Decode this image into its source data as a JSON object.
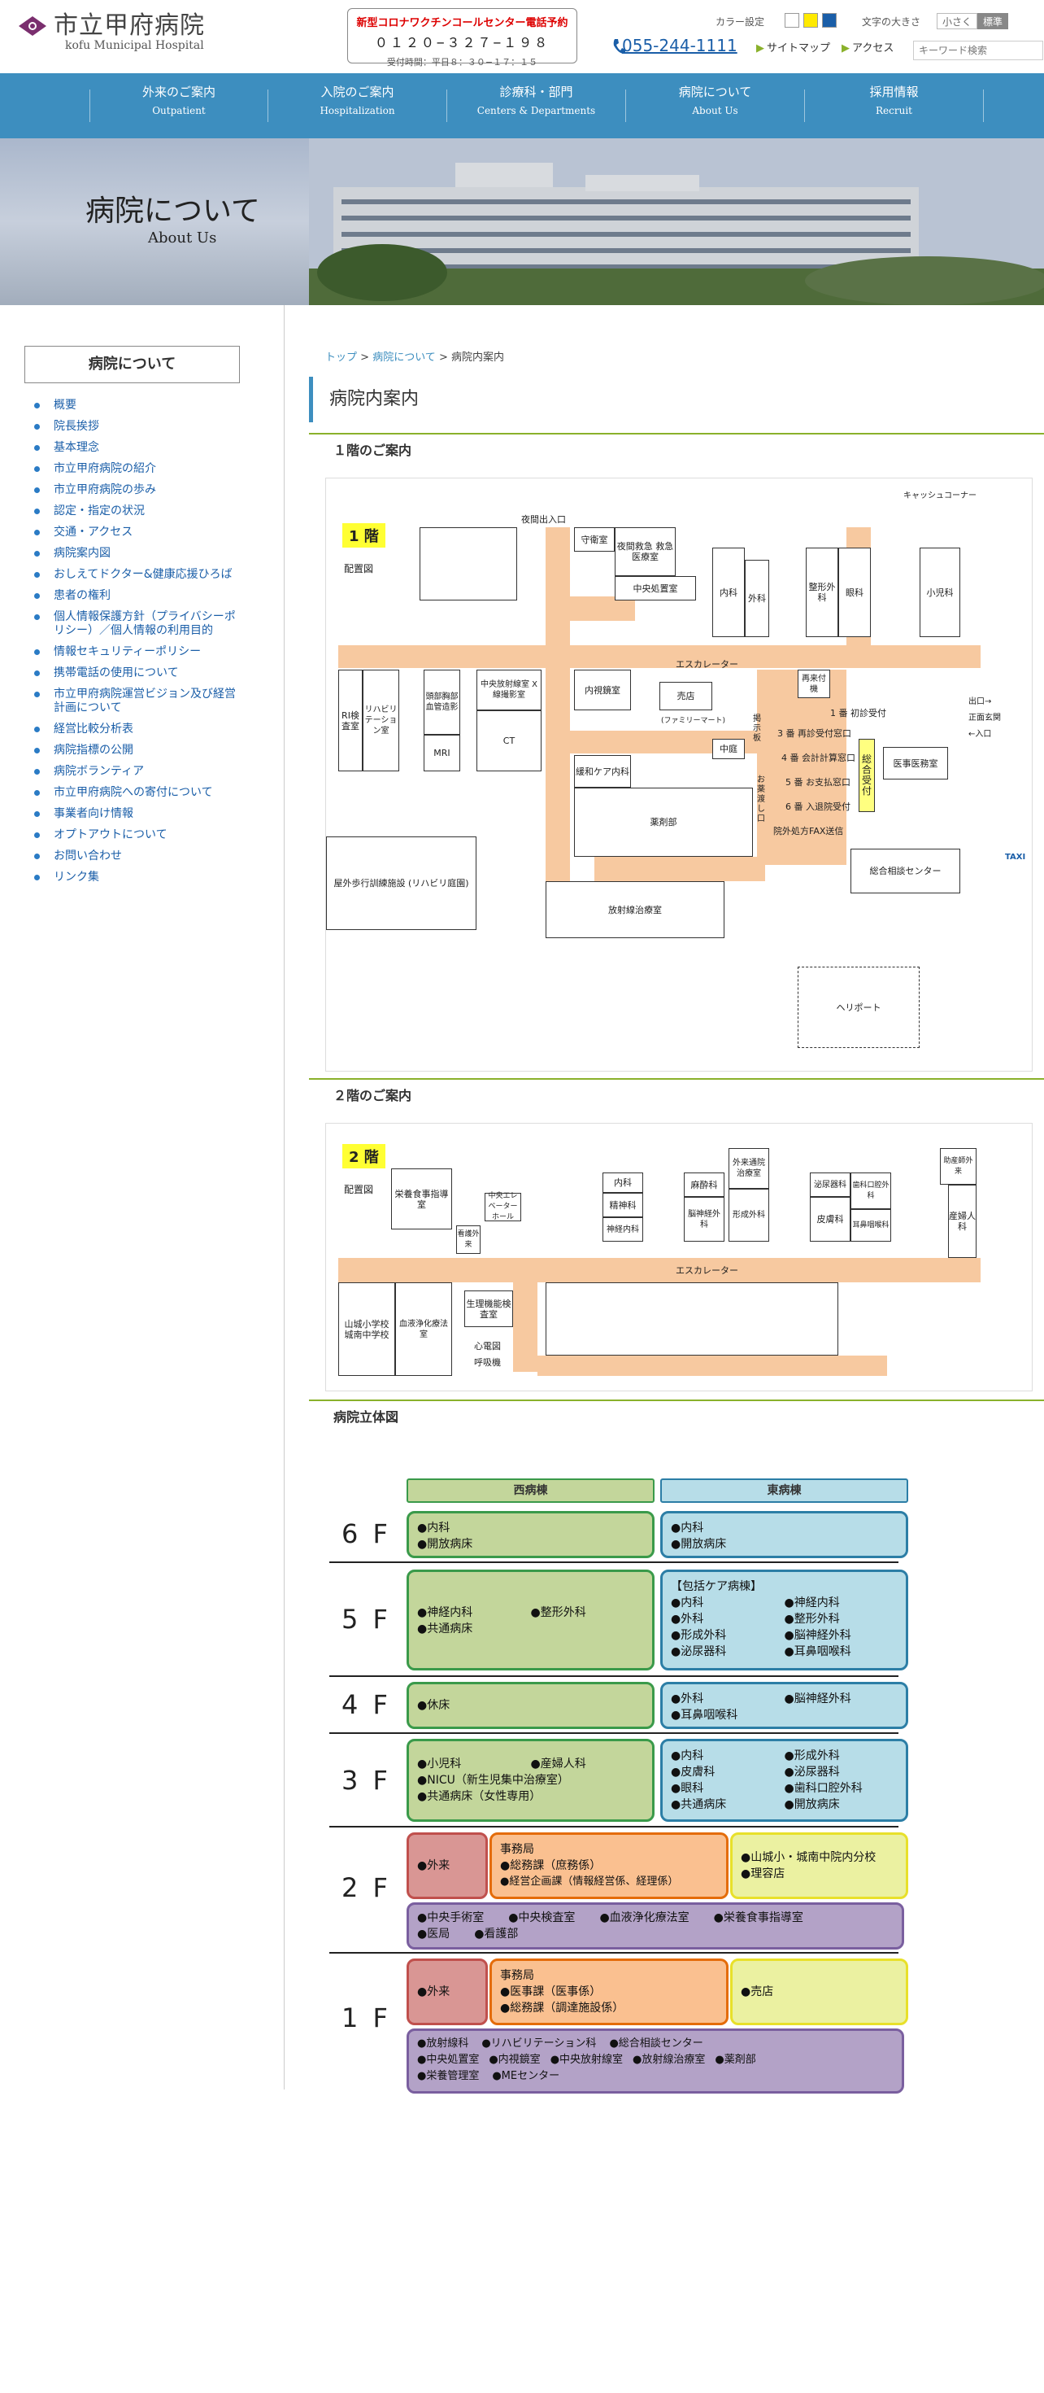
{
  "header": {
    "logo_ja": "市立甲府病院",
    "logo_en": "kofu Municipal Hospital",
    "covid_title": "新型コロナワクチンコールセンター電話予約",
    "covid_number": "０１２０−３２７−１９８",
    "covid_hours": "受付時間：平日８：３０−１７：１５",
    "color_label": "カラー設定",
    "font_size_label": "文字の大きさ",
    "font_small": "小さく",
    "font_standard": "標準",
    "phone": "055-244-1111",
    "sitemap": "サイトマップ",
    "access": "アクセス",
    "search_placeholder": "キーワード検索"
  },
  "nav": [
    {
      "ja": "外来のご案内",
      "en": "Outpatient"
    },
    {
      "ja": "入院のご案内",
      "en": "Hospitalization"
    },
    {
      "ja": "診療科・部門",
      "en": "Centers & Departments"
    },
    {
      "ja": "病院について",
      "en": "About Us"
    },
    {
      "ja": "採用情報",
      "en": "Recruit"
    }
  ],
  "hero": {
    "title": "病院について",
    "subtitle": "About Us"
  },
  "sidebar": {
    "title": "病院について",
    "items": [
      "概要",
      "院長挨拶",
      "基本理念",
      "市立甲府病院の紹介",
      "市立甲府病院の歩み",
      "認定・指定の状況",
      "交通・アクセス",
      "病院案内図",
      "おしえてドクター&健康応援ひろば",
      "患者の権利",
      "個人情報保護方針（プライバシーポリシー）／個人情報の利用目的",
      "情報セキュリティーポリシー",
      "携帯電話の使用について",
      "市立甲府病院運営ビジョン及び経営計画について",
      "経営比較分析表",
      "病院指標の公開",
      "病院ボランティア",
      "市立甲府病院への寄付について",
      "事業者向け情報",
      "オプトアウトについて",
      "お問い合わせ",
      "リンク集"
    ]
  },
  "breadcrumb": {
    "top": "トップ",
    "about": "病院について",
    "current": "病院内案内"
  },
  "page_title": "病院内案内",
  "floor1": {
    "heading": "１階のご案内",
    "label": "1 階",
    "sub": "配置図",
    "rooms": {
      "night_entry": "夜間出入口",
      "guard": "守衛室",
      "er": "夜間救急 救急医療室",
      "central_treat": "中央処置室",
      "naika": "内科",
      "geka": "外科",
      "seikei": "整形外科",
      "ganka": "眼科",
      "shonika": "小児科",
      "cash": "キャッシュコーナー",
      "escalator": "エスカレーター",
      "ri": "RI検査室",
      "rehab": "リハビリテーション室",
      "head": "頭部胸部血管造影",
      "mri": "MRI",
      "xray": "中央放射線室 X線撮影室",
      "ct": "CT",
      "endo": "内視鏡室",
      "shop": "売店",
      "shop_sub": "(ファミリーマート)",
      "notice": "掲示板",
      "reexam": "再来付機",
      "palliative": "緩和ケア内科",
      "courtyard": "中庭",
      "pharmacy": "薬剤部",
      "medicine": "お薬渡し口",
      "c1": "1 番 初診受付",
      "c3": "3 番 再診受付窓口",
      "c4": "4 番 会計計算窓口",
      "c5": "5 番 お支払窓口",
      "c6": "6 番 入退院受付",
      "fax": "院外処方FAX送信",
      "general": "総合受付",
      "medical_affairs": "医事医務室",
      "consult": "総合相談センター",
      "exit": "出口→",
      "front": "正面玄関",
      "entry": "←入口",
      "taxi": "TAXI",
      "rehab_garden": "屋外歩行訓練施設 (リハビリ庭園)",
      "radiation": "放射線治療室",
      "heliport": "ヘリポート"
    }
  },
  "floor2": {
    "heading": "２階のご案内",
    "label": "2 階",
    "sub": "配置図",
    "rooms": {
      "nutrition": "栄養食事指導室",
      "central_elev": "中央エレベーターホール",
      "nurse": "看護外来",
      "naika": "内科",
      "seishin": "精神科",
      "shinkei_naika": "神経内科",
      "masui": "麻酔科",
      "noushinkei": "脳神経外科",
      "outpatient_chem": "外来通院治療室",
      "keisei": "形成外科",
      "hinyouki": "泌尿器科",
      "hifu": "皮膚科",
      "shika": "歯科口腔外科",
      "jibi": "耳鼻咽喉科",
      "josan": "助産師外来",
      "sanfujin": "産婦人科",
      "escalator": "エスカレーター",
      "school": "山城小学校 城南中学校",
      "blood": "血液浄化療法室",
      "physio": "生理機能検査室",
      "ecg": "心電図",
      "breath": "呼吸機"
    }
  },
  "building": {
    "title": "病院立体図",
    "west": "西病棟",
    "east": "東病棟",
    "floors": {
      "f6": {
        "num": "6 F",
        "west": [
          "●内科",
          "●開放病床"
        ],
        "east": [
          "●内科",
          "●開放病床"
        ]
      },
      "f5": {
        "num": "5 F",
        "west": [
          "●神経内科",
          "●整形外科",
          "●共通病床"
        ],
        "east_head": "【包括ケア病棟】",
        "east": [
          "●内科",
          "●神経内科",
          "●外科",
          "●整形外科",
          "●形成外科",
          "●脳神経外科",
          "●泌尿器科",
          "●耳鼻咽喉科"
        ]
      },
      "f4": {
        "num": "4 F",
        "west": [
          "●休床"
        ],
        "east": [
          "●外科",
          "●脳神経外科",
          "●耳鼻咽喉科"
        ]
      },
      "f3": {
        "num": "3 F",
        "west": [
          "●小児科",
          "●産婦人科",
          "●NICU（新生児集中治療室）",
          "●共通病床（女性専用）"
        ],
        "east": [
          "●内科",
          "●形成外科",
          "●皮膚科",
          "●泌尿器科",
          "●眼科",
          "●歯科口腔外科",
          "●共通病床",
          "●開放病床"
        ]
      },
      "f2": {
        "num": "2 F",
        "red": "●外来",
        "orange_head": "事務局",
        "orange": [
          "●総務課（庶務係）",
          "●経営企画課（情報経営係、経理係）"
        ],
        "yellow": [
          "●山城小・城南中院内分校",
          "●理容店"
        ],
        "purple": [
          "●中央手術室",
          "●中央検査室",
          "●血液浄化療法室",
          "●栄養食事指導室",
          "●医局",
          "●看護部"
        ]
      },
      "f1": {
        "num": "1 F",
        "red": "●外来",
        "orange_head": "事務局",
        "orange": [
          "●医事課（医事係）",
          "●総務課（調達施設係）"
        ],
        "yellow": [
          "●売店"
        ],
        "purple": [
          "●放射線科",
          "●リハビリテーション科",
          "●総合相談センター",
          "●中央処置室",
          "●内視鏡室",
          "●中央放射線室",
          "●放射線治療室",
          "●薬剤部",
          "●栄養管理室",
          "●MEセンター"
        ]
      }
    }
  },
  "colors": {
    "nav_bg": "#3d8ebf",
    "accent_green": "#8ab12b",
    "link": "#1a5ea8",
    "corridor": "#f7c9a0"
  }
}
